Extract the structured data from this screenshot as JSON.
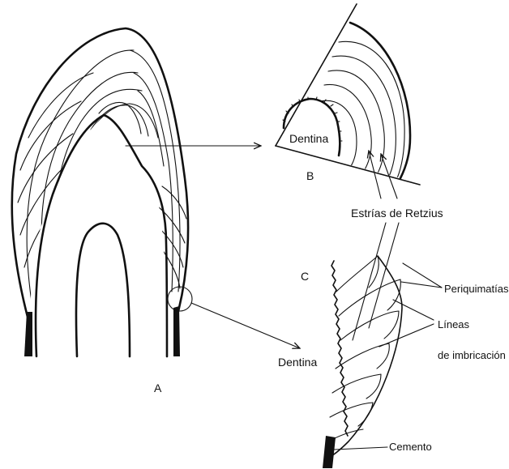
{
  "figure": {
    "panels": {
      "a": "A",
      "b": "B",
      "c": "C"
    },
    "labels": {
      "dentina_b": "Dentina",
      "estrias": "Estrías de Retzius",
      "periquimatias": "Periquimatías",
      "lineas_line1": "Líneas",
      "lineas_line2": "de imbricación",
      "dentina_c": "Dentina",
      "cemento": "Cemento"
    }
  }
}
